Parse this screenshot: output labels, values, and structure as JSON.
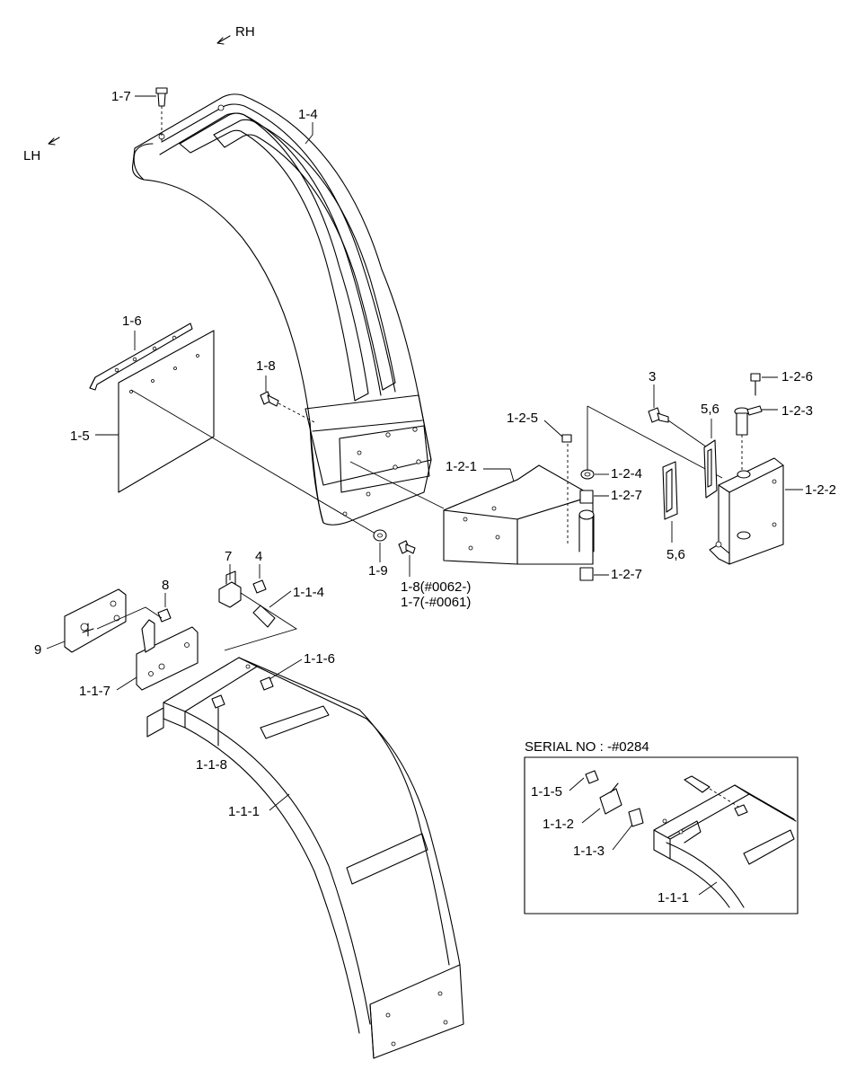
{
  "directions": {
    "rh": "RH",
    "lh": "LH"
  },
  "labels": {
    "l_1_7_top": "1-7",
    "l_1_4": "1-4",
    "l_1_6": "1-6",
    "l_1_5": "1-5",
    "l_1_8_mid": "1-8",
    "l_1_9": "1-9",
    "l_1_8_note": "1-8(#0062-)",
    "l_1_7_note": "1-7(-#0061)",
    "l_1_2_1": "1-2-1",
    "l_1_2_5": "1-2-5",
    "l_1_2_4": "1-2-4",
    "l_1_2_7_a": "1-2-7",
    "l_1_2_7_b": "1-2-7",
    "l_3": "3",
    "l_5_6_a": "5,6",
    "l_5_6_b": "5,6",
    "l_1_2_6": "1-2-6",
    "l_1_2_3": "1-2-3",
    "l_1_2_2": "1-2-2",
    "l_7": "7",
    "l_4": "4",
    "l_1_1_4": "1-1-4",
    "l_8": "8",
    "l_9": "9",
    "l_1_1_7": "1-1-7",
    "l_1_1_6": "1-1-6",
    "l_1_1_8": "1-1-8",
    "l_1_1_1": "1-1-1",
    "inset_title": "SERIAL NO : -#0284",
    "inset_1_1_5": "1-1-5",
    "inset_1_1_2": "1-1-2",
    "inset_1_1_3": "1-1-3",
    "inset_1_1_1": "1-1-1"
  }
}
